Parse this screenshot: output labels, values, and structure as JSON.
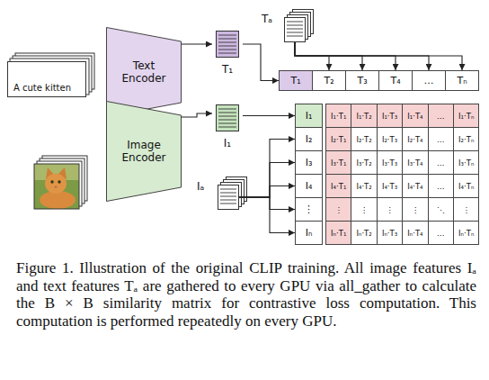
{
  "diagram": {
    "caption": "Figure 1. Illustration of the original CLIP training. All image features Iₐ and text features Tₐ are gathered to every GPU via all_gather to calculate the B × B similarity matrix for contrastive loss computation. This computation is performed repeatedly on every GPU.",
    "nodes": [
      {
        "text": [
          "A cute kitten"
        ]
      },
      {
        "text": [
          "Text Encoder"
        ]
      },
      {
        "text": [
          "T₁"
        ]
      },
      {
        "text": [
          "Tₐ"
        ]
      },
      {
        "text": [
          "T₁"
        ]
      },
      {
        "text": [
          "T₂"
        ]
      },
      {
        "text": [
          "T₃"
        ]
      },
      {
        "text": [
          "T₄"
        ]
      },
      {
        "text": [
          "…"
        ]
      },
      {
        "text": [
          "Tₙ"
        ]
      },
      {
        "text": [
          "Image Encoder"
        ]
      },
      {
        "text": [
          "I₁"
        ]
      },
      {
        "text": [
          "Iₐ"
        ]
      },
      {
        "text": [
          "I₁"
        ]
      },
      {
        "text": [
          "I₂"
        ]
      },
      {
        "text": [
          "I₃"
        ]
      },
      {
        "text": [
          "I₄"
        ]
      },
      {
        "text": [
          "⋮"
        ]
      },
      {
        "text": [
          "Iₙ"
        ]
      }
    ],
    "edges": [
      {
        "from": 1,
        "to": 2,
        "arrow": "to"
      },
      {
        "from": 2,
        "to": 4,
        "arrow": "to"
      },
      {
        "from": 3,
        "to": 5,
        "arrow": "to"
      },
      {
        "from": 3,
        "to": 6,
        "arrow": "to"
      },
      {
        "from": 3,
        "to": 7,
        "arrow": "to"
      },
      {
        "from": 3,
        "to": 8,
        "arrow": "to"
      },
      {
        "from": 3,
        "to": 9,
        "arrow": "to"
      },
      {
        "from": 10,
        "to": 11,
        "arrow": "to"
      },
      {
        "from": 11,
        "to": 13,
        "arrow": "to"
      },
      {
        "from": 12,
        "to": 14,
        "arrow": "to"
      },
      {
        "from": 12,
        "to": 15,
        "arrow": "to"
      },
      {
        "from": 12,
        "to": 16,
        "arrow": "to"
      },
      {
        "from": 12,
        "to": 17,
        "arrow": "to"
      },
      {
        "from": 12,
        "to": 18,
        "arrow": "to"
      }
    ],
    "labels": [
      "I₁·T₁",
      "I₁·T₂",
      "I₁·T₃",
      "I₁·T₄",
      "…",
      "I₁·Tₙ",
      "I₂·T₁",
      "I₂·T₂",
      "I₂·T₃",
      "I₂·T₄",
      "…",
      "I₂·Tₙ",
      "I₃·T₁",
      "I₃·T₂",
      "I₃·T₃",
      "I₃·T₄",
      "…",
      "I₃·Tₙ",
      "I₄·T₁",
      "I₄·T₂",
      "I₄·T₃",
      "I₄·T₄",
      "…",
      "I₄·Tₙ",
      "⋮",
      "⋮",
      "⋮",
      "⋮",
      "⋱",
      "⋮",
      "Iₙ·T₁",
      "Iₙ·T₂",
      "Iₙ·T₃",
      "Iₙ·T₄",
      "…",
      "Iₙ·Tₙ"
    ]
  }
}
